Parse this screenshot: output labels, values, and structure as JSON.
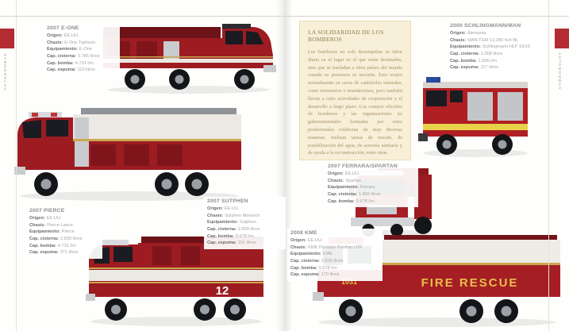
{
  "page": {
    "side_tab_left": "AUTOBOMBAS",
    "side_tab_right": "AUTOBOMBAS"
  },
  "colors": {
    "accent_red": "#b32b33",
    "feature_bg": "#f8efd8",
    "feature_text": "#a59467",
    "truck_red": "#9c1c22",
    "gold_stripe": "#caa84c"
  },
  "feature_box": {
    "title": "LA SOLIDARIDAD DE LOS BOMBEROS",
    "body": "Los bomberos no solo desempeñan su labor diaria en el lugar en el que están destinados, sino que se trasladan a otros países del mundo cuando su presencia se necesita. Esto ocurre normalmente en casos de catástrofes naturales, como terremotos o inundaciones, pero también llevan a cabo actividades de cooperación y el desarrollo a largo plazo. Los cuerpos oficiales de bomberos y las organizaciones no gubernamentales formadas por estos profesionales colaboran de muy diversas maneras: realizan tareas de rescate, de potabilización del agua, de asesoría sanitaria y de ayuda a la reconstrucción, entre otras."
  },
  "trucks": [
    {
      "title": "2007 E-ONE",
      "specs": [
        {
          "label": "Origen:",
          "value": "EE.UU."
        },
        {
          "label": "Chasis:",
          "value": "E-One Typhoon"
        },
        {
          "label": "Equipamiento:",
          "value": "E-One"
        },
        {
          "label": "Cap. cisterna:",
          "value": "3.785 litros"
        },
        {
          "label": "Cap. bomba:",
          "value": "4.731 l/m"
        },
        {
          "label": "Cap. espuma:",
          "value": "113 litros"
        }
      ]
    },
    {
      "title": "2007 PIERCE",
      "specs": [
        {
          "label": "Origen:",
          "value": "EE.UU."
        },
        {
          "label": "Chasis:",
          "value": "Pierce Lance"
        },
        {
          "label": "Equipamiento:",
          "value": "Pierce"
        },
        {
          "label": "Cap. cisterna:",
          "value": "2.839 litros"
        },
        {
          "label": "Cap. bomba:",
          "value": "4.731 l/m"
        },
        {
          "label": "Cap. espuma:",
          "value": "371 litros"
        }
      ]
    },
    {
      "title": "2007 SUTPHEN",
      "unit": "12",
      "specs": [
        {
          "label": "Origen:",
          "value": "EE.UU."
        },
        {
          "label": "Chasis:",
          "value": "Sutphen Monarch"
        },
        {
          "label": "Equipamiento:",
          "value": "Sutphen"
        },
        {
          "label": "Cap. cisterna:",
          "value": "2.839 litros"
        },
        {
          "label": "Cap. bomba:",
          "value": "5.678 l/m"
        },
        {
          "label": "Cap. espuma:",
          "value": "151 litros"
        }
      ]
    },
    {
      "title": "2000 SCHLINGMANN/MAN",
      "specs": [
        {
          "label": "Origen:",
          "value": "Alemania"
        },
        {
          "label": "Chasis:",
          "value": "MAN TGM 13.280 4x4 BL"
        },
        {
          "label": "Equipamiento:",
          "value": "Schlingmann HLF 16/16"
        },
        {
          "label": "Cap. cisterna:",
          "value": "1.008 litros"
        },
        {
          "label": "Cap. bomba:",
          "value": "1.890 l/m"
        },
        {
          "label": "Cap. espuma:",
          "value": "117 litros"
        }
      ]
    },
    {
      "title": "2007 FERRARA/SPARTAN",
      "specs": [
        {
          "label": "Origen:",
          "value": "EE.UU."
        },
        {
          "label": "Chasis:",
          "value": "Spartan"
        },
        {
          "label": "Equipamiento:",
          "value": "Ferrara"
        },
        {
          "label": "Cap. cisterna:",
          "value": "1.893 litros"
        },
        {
          "label": "Cap. bomba:",
          "value": "5.678 l/m"
        }
      ]
    },
    {
      "title": "2008 KME",
      "unit": "1031",
      "marking": "FIRE RESCUE",
      "specs": [
        {
          "label": "Origen:",
          "value": "EE.UU."
        },
        {
          "label": "Chasis:",
          "value": "KME Predator Panther LDF"
        },
        {
          "label": "Equipamiento:",
          "value": "KME"
        },
        {
          "label": "Cap. cisterna:",
          "value": "2.839 litros"
        },
        {
          "label": "Cap. bomba:",
          "value": "5.678 l/m"
        },
        {
          "label": "Cap. espuma:",
          "value": "170 litros"
        }
      ]
    }
  ]
}
